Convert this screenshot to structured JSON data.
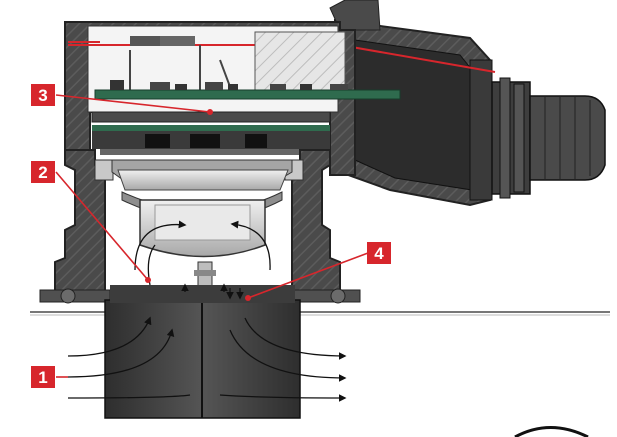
{
  "colors": {
    "callout": "#d7262c",
    "housing_dark": "#3c3c3c",
    "housing_mid": "#5a5a5a",
    "housing_light": "#8a8a8a",
    "pcb_green": "#2f6b4e",
    "lens": "#d9d9d9",
    "arrow": "#111111",
    "background": "#ffffff"
  },
  "callouts": [
    {
      "id": "1",
      "label": "1",
      "target": "air-inflow"
    },
    {
      "id": "2",
      "label": "2",
      "target": "sensing-chamber"
    },
    {
      "id": "3",
      "label": "3",
      "target": "circuit-board"
    },
    {
      "id": "4",
      "label": "4",
      "target": "flow-splitter"
    }
  ],
  "icons": {
    "flow": "flow-arrow-icon",
    "screw": "screw-icon",
    "cable_gland": "cable-gland-icon"
  }
}
